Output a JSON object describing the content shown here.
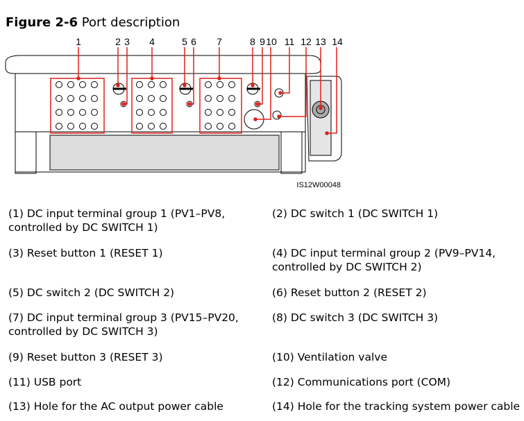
{
  "figure": {
    "number": "Figure 2-6",
    "title": "Port description",
    "image_id": "IS12W00048"
  },
  "callouts": [
    "1",
    "2",
    "3",
    "4",
    "5",
    "6",
    "7",
    "8",
    "9",
    "10",
    "11",
    "12",
    "13",
    "14"
  ],
  "colors": {
    "callout": "#e0201b",
    "line": "#000000"
  },
  "descriptions": [
    {
      "num": "(1)",
      "lines": [
        "(1) DC input terminal group 1 (PV1–PV8,",
        "controlled by DC SWITCH 1)"
      ]
    },
    {
      "num": "(2)",
      "lines": [
        "(2) DC switch 1 (DC SWITCH 1)"
      ]
    },
    {
      "num": "(3)",
      "lines": [
        "(3) Reset button 1 (RESET 1)"
      ]
    },
    {
      "num": "(4)",
      "lines": [
        "(4) DC input terminal group 2 (PV9–PV14,",
        "controlled by DC SWITCH 2)"
      ]
    },
    {
      "num": "(5)",
      "lines": [
        "(5) DC switch 2 (DC SWITCH 2)"
      ]
    },
    {
      "num": "(6)",
      "lines": [
        "(6) Reset button 2 (RESET 2)"
      ]
    },
    {
      "num": "(7)",
      "lines": [
        "(7) DC input terminal group 3 (PV15–PV20,",
        "controlled by DC SWITCH 3)"
      ]
    },
    {
      "num": "(8)",
      "lines": [
        "(8) DC switch 3 (DC SWITCH 3)"
      ]
    },
    {
      "num": "(9)",
      "lines": [
        "(9) Reset button 3 (RESET 3)"
      ]
    },
    {
      "num": "(10)",
      "lines": [
        "(10) Ventilation valve"
      ]
    },
    {
      "num": "(11)",
      "lines": [
        "(11) USB port"
      ]
    },
    {
      "num": "(12)",
      "lines": [
        "(12) Communications port (COM)"
      ]
    },
    {
      "num": "(13)",
      "lines": [
        "(13) Hole for the AC output power cable"
      ]
    },
    {
      "num": "(14)",
      "lines": [
        "(14) Hole for the tracking system power cable"
      ]
    }
  ]
}
